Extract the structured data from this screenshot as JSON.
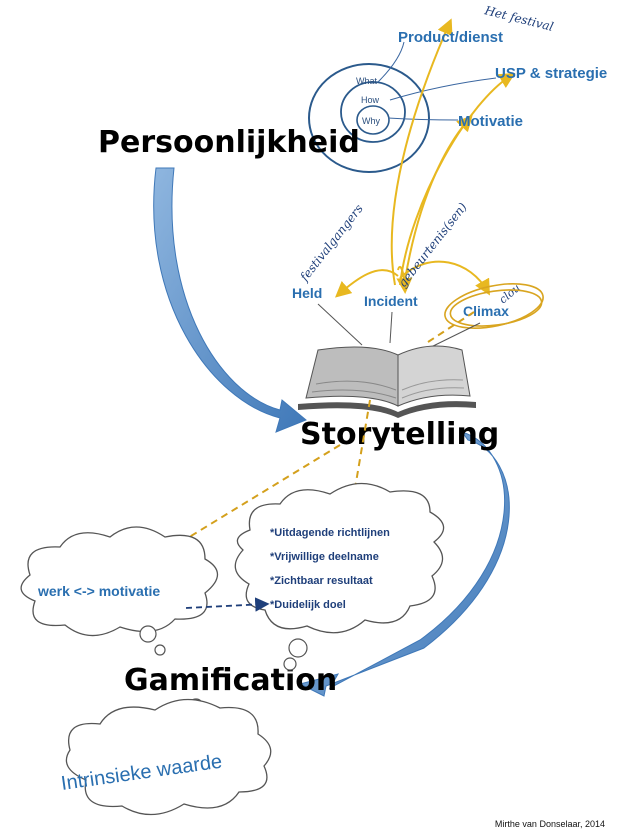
{
  "rings": {
    "outer": "What",
    "middle": "How",
    "inner": "Why"
  },
  "goals": {
    "product": "Product/dienst",
    "usp": "USP & strategie",
    "motivation": "Motivatie"
  },
  "annotations": {
    "festival": "Het festival",
    "goers": "festivalgangers",
    "events": "gebeurtenis(sen)",
    "clou": "clou"
  },
  "story_parts": {
    "hero": "Held",
    "incident": "Incident",
    "climax": "Climax"
  },
  "main": {
    "personality": "Persoonlijkheid",
    "storytelling": "Storytelling",
    "gamification": "Gamification"
  },
  "clouds": {
    "work_motivation": "werk <-> motivatie",
    "principles": [
      "*Uitdagende richtlijnen",
      "*Vrijwillige deelname",
      "*Zichtbaar resultaat",
      "*Duidelijk doel"
    ],
    "intrinsic": "Intrinsieke waarde"
  },
  "credit": "Mirthe van Donselaar, 2014",
  "colors": {
    "blue": "#2a6fb0",
    "arrow": "#5b8fc7",
    "gold": "#e8b820",
    "navy": "#1f3f7a"
  }
}
